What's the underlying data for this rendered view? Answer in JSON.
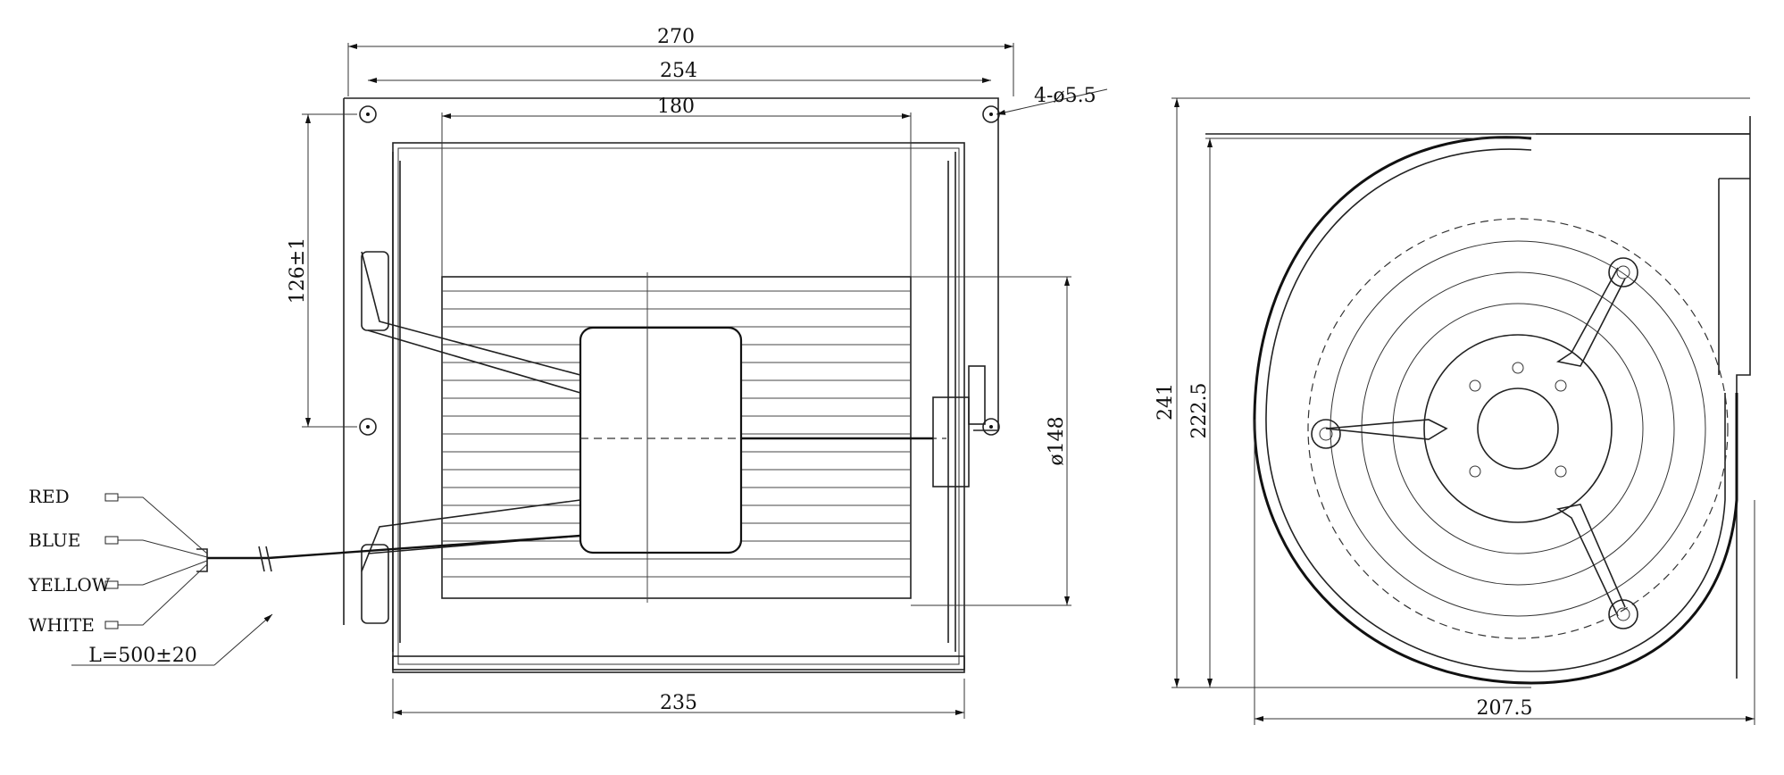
{
  "dimensions": {
    "overall_width": "270",
    "hole_pitch_width": "254",
    "inlet_width": "180",
    "hole_pitch_height": "126±1",
    "mounting_holes": "4-ø5.5",
    "rotor_diameter": "ø148",
    "base_width": "235",
    "side_height": "241",
    "side_inner_height": "222.5",
    "side_depth": "207.5"
  },
  "wires": {
    "red": "RED",
    "blue": "BLUE",
    "yellow": "YELLOW",
    "white": "WHITE",
    "lead_length": "L=500±20"
  }
}
